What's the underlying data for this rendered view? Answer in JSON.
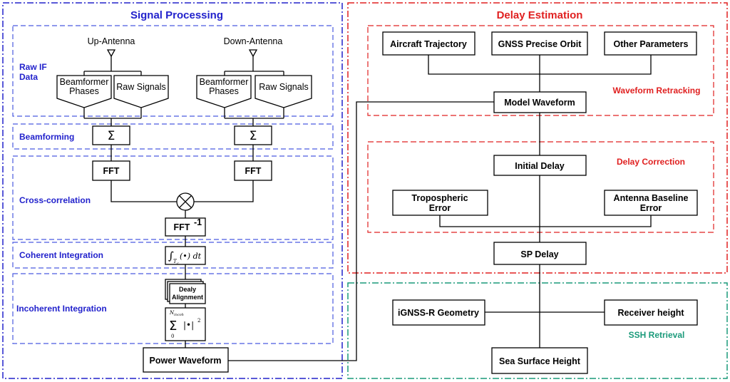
{
  "sections": {
    "signal_processing": {
      "title": "Signal Processing",
      "color": "#2222cc"
    },
    "delay_estimation": {
      "title": "Delay Estimation",
      "color": "#e02020"
    },
    "ssh_retrieval_color": "#1a9a7a"
  },
  "stages": {
    "raw_if_line1": "Raw IF",
    "raw_if_line2": "Data",
    "beamforming": "Beamforming",
    "cross_correlation": "Cross-correlation",
    "coherent_integration": "Coherent Integration",
    "incoherent_integration": "Incoherent Integration"
  },
  "antennas": {
    "up": "Up-Antenna",
    "down": "Down-Antenna"
  },
  "blocks": {
    "beamformer_phases_line1": "Beamformer",
    "beamformer_phases_line2": "Phases",
    "raw_signals": "Raw Signals",
    "sum_symbol": "Σ",
    "fft": "FFT",
    "multiply_symbol": "⊗",
    "ifft_base": "FFT",
    "ifft_sup": "-1",
    "coherent_integral": "∫",
    "coherent_sub": "T",
    "coherent_sub2": "c",
    "coherent_body": "(•) dt",
    "dealy_alignment_line1": "Dealy",
    "dealy_alignment_line2": "Alignment",
    "incoherent_sum": "Σ",
    "incoherent_upper": "N",
    "incoherent_upper_sub": "incoh",
    "incoherent_lower": "0",
    "incoherent_body": "|•|",
    "incoherent_pow": "2",
    "power_waveform": "Power Waveform"
  },
  "delay": {
    "aircraft_trajectory": "Aircraft Trajectory",
    "gnss_precise_orbit": "GNSS Precise Orbit",
    "other_parameters": "Other Parameters",
    "model_waveform": "Model Waveform",
    "waveform_retracking": "Waveform Retracking",
    "initial_delay": "Initial Delay",
    "delay_correction": "Delay Correction",
    "tropospheric_error_line1": "Tropospheric",
    "tropospheric_error_line2": "Error",
    "antenna_baseline_error_line1": "Antenna Baseline",
    "antenna_baseline_error_line2": "Error",
    "sp_delay": "SP Delay"
  },
  "ssh": {
    "ignss_r_geometry": "iGNSS-R Geometry",
    "receiver_height": "Receiver height",
    "ssh_retrieval": "SSH Retrieval",
    "sea_surface_height": "Sea Surface Height"
  }
}
